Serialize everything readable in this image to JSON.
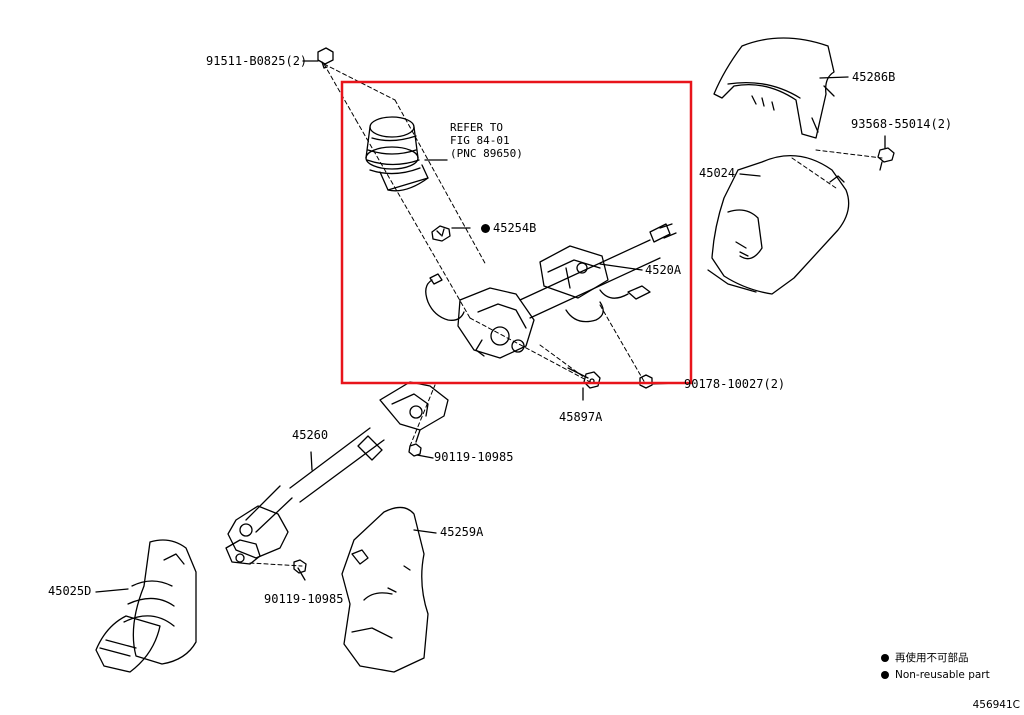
{
  "colors": {
    "highlight_box": "#e8141b",
    "ink": "#000000",
    "background": "#ffffff"
  },
  "labels": {
    "bolt_91511": "91511-B0825(2)",
    "refer_line1": "REFER TO",
    "refer_line2": "FIG 84-01",
    "refer_line3": "(PNC 89650)",
    "part_45254B": "45254B",
    "part_4520A": "4520A",
    "part_45286B": "45286B",
    "screw_93568": "93568-55014(2)",
    "part_45024": "45024",
    "nut_90178": "90178-10027(2)",
    "part_45897A": "45897A",
    "part_45260": "45260",
    "bolt_90119_a": "90119-10985",
    "part_45259A": "45259A",
    "part_45025D": "45025D",
    "bolt_90119_b": "90119-10985"
  },
  "legend": {
    "line1": "再使用不可部品",
    "line2": "Non-reusable part"
  },
  "figure_id": "456941C"
}
